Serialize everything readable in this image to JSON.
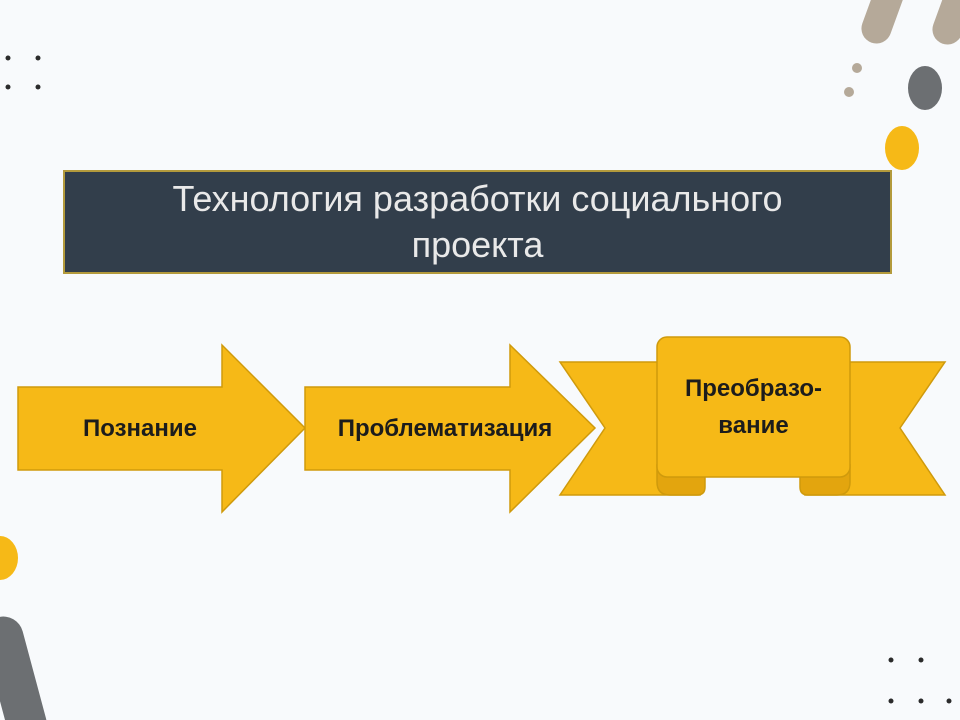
{
  "slide": {
    "title_lines": [
      "Технология разработки социального",
      "проекта"
    ]
  },
  "diagram": {
    "steps": [
      {
        "label": "Познание"
      },
      {
        "label": "Проблематизация"
      },
      {
        "label_lines": [
          "Преобразо-",
          "вание"
        ]
      }
    ]
  },
  "colors": {
    "bg": "#f8fafc",
    "title-box": "#323e4b",
    "title-border": "#b39a3c",
    "title-text": "#e9e9e9",
    "shape-fill": "#f6b917",
    "shape-stroke": "#cf9a0c",
    "shape-fold": "#e3a50e",
    "label-text": "#1c1c1c",
    "accent-gray": "#6c6f72",
    "accent-taupe": "#b5a999",
    "dot": "#2b2b2b"
  }
}
